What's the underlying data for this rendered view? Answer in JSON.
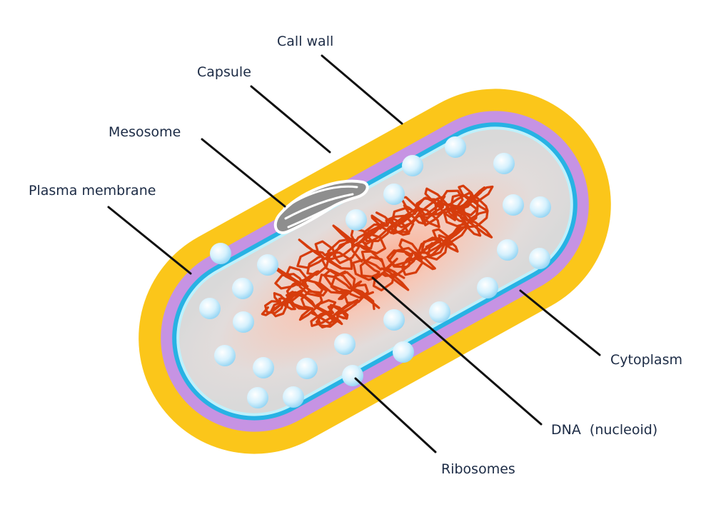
{
  "diagram": {
    "labels": {
      "cell_wall": "Call wall",
      "capsule": "Capsule",
      "mesosome": "Mesosome",
      "plasma_membrane": "Plasma membrane",
      "cytoplasm": "Cytoplasm",
      "dna": "DNA  (nucleoid)",
      "ribosomes": "Ribosomes"
    },
    "colors": {
      "capsule": "#fbc61a",
      "cell_wall": "#c693e3",
      "plasma_membrane": "#27b2e4",
      "cytoplasm": "#dcdcdc",
      "nucleoid_glow": "#fba98c",
      "dna": "#d63c0c",
      "mesosome": "#8e8e8e",
      "ribosome": "#cfeefc",
      "leader_line": "#111111",
      "text": "#1c2b45"
    }
  }
}
